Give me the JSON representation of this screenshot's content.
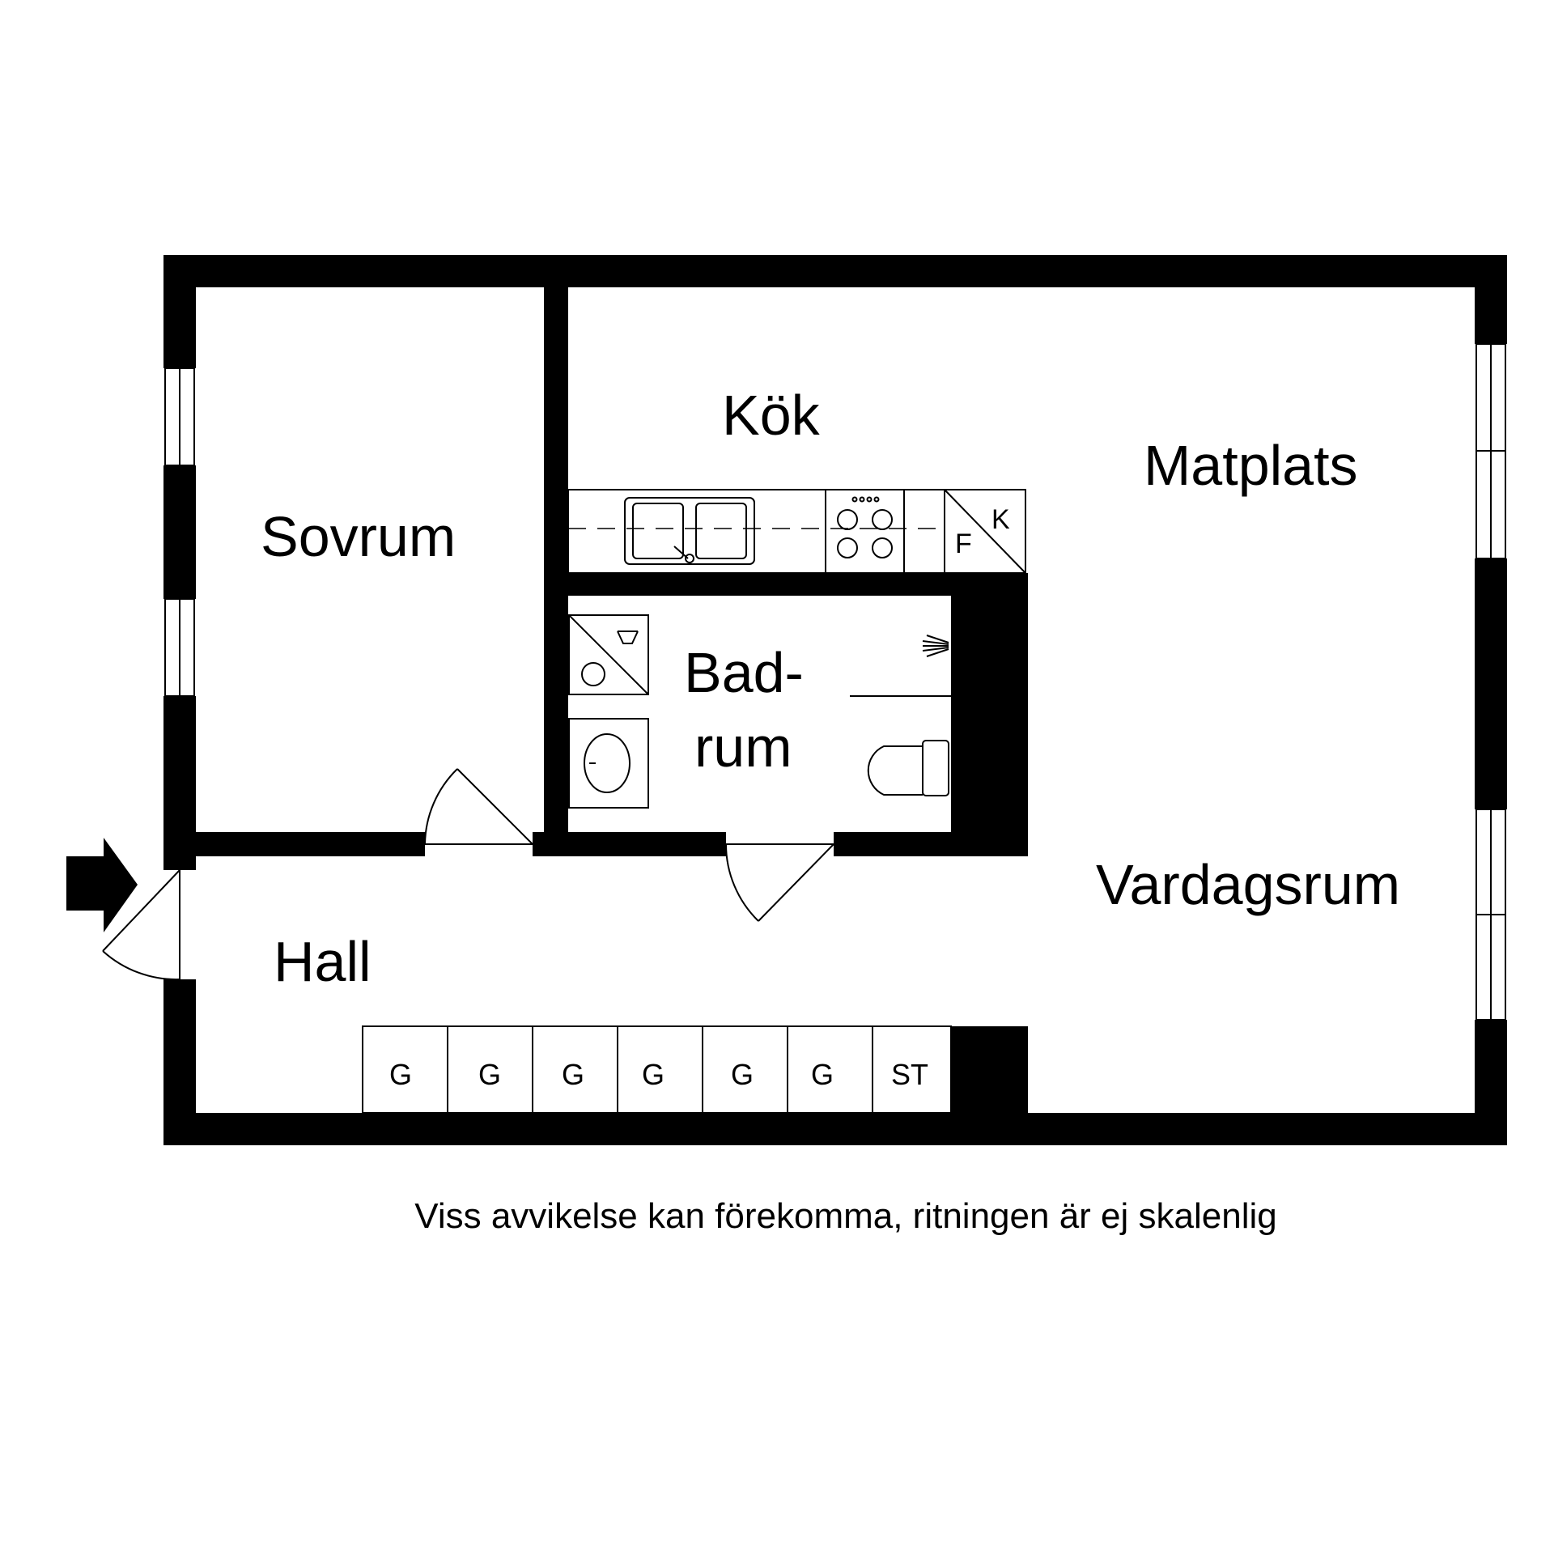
{
  "rooms": {
    "sovrum": "Sovrum",
    "kok": "Kök",
    "matplats": "Matplats",
    "badrum_line1": "Bad-",
    "badrum_line2": "rum",
    "vardagsrum": "Vardagsrum",
    "hall": "Hall"
  },
  "fixtures": {
    "freezer": "F",
    "fridge": "K"
  },
  "wardrobes": [
    "G",
    "G",
    "G",
    "G",
    "G",
    "G",
    "ST"
  ],
  "caption": "Viss avvikelse kan förekomma, ritningen är ej skalenlig",
  "colors": {
    "wall": "#000000",
    "background": "#ffffff"
  },
  "icons": [
    "entrance-arrow-icon",
    "sink-icon",
    "stove-icon",
    "shower-icon",
    "toilet-icon",
    "washbasin-icon",
    "washing-machine-icon"
  ]
}
